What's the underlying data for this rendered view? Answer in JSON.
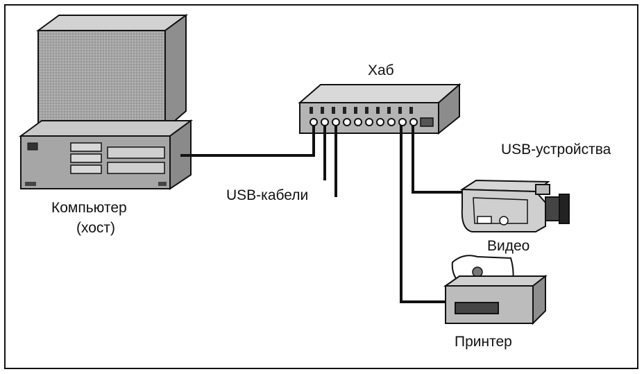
{
  "diagram": {
    "labels": {
      "hub": "Хаб",
      "usb_devices": "USB-устройства",
      "usb_cables": "USB-кабели",
      "computer": "Компьютер",
      "host": "(хост)",
      "video": "Видео",
      "printer": "Принтер"
    },
    "colors": {
      "ink": "#111111",
      "shade_light": "#bdbdbd",
      "shade_mid": "#9a9a9a",
      "shade_dark": "#6e6e6e",
      "paper": "#ffffff"
    }
  }
}
